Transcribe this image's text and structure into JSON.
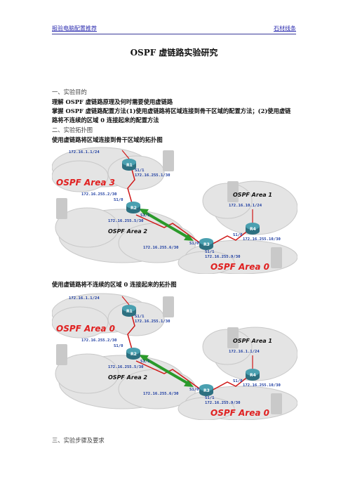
{
  "header": {
    "left": "报验电脑配置推荐",
    "right": "石材线条"
  },
  "title": "OSPF 虚链路实验研究",
  "section1": {
    "heading": "一、实验目的",
    "line1": "理解 OSPF 虚链路原理及何时需要使用虚链路",
    "line2": "掌握 OSPF 虚链路配置方法(1)使用虚链路将区域连接到骨干区域的配置方法；(2)使用虚链",
    "line3": "路将不连续的区域 0 连接起来的配置方法"
  },
  "section2": {
    "heading": "二、实验拓扑图",
    "caption1": "使用虚链路将区域连接到骨干区域的拓扑图",
    "caption2": "使用虚链路将不连续的区域 0 连接起来的拓扑图"
  },
  "section3": {
    "heading": "三、实验步骤及要求"
  },
  "colors": {
    "area_red": "#e02020",
    "link_green": "#2a9a2a",
    "label_blue": "#1a3aa0",
    "router": "#3a8a9a"
  },
  "figures": [
    {
      "router_labels": [
        "R1",
        "R2",
        "R3",
        "R4"
      ],
      "labels": {
        "r1_net": "172.16.1.1/24",
        "r1_s11": "S1/1",
        "r1_s11_ip": "172.16.255.1/30",
        "r2_s10_ip": "172.16.255.2/30",
        "r2_s10": "S1/0",
        "r2_s11": "S1/1",
        "r2_s11_ip": "172.16.255.5/30",
        "r3_s10": "S1/0",
        "r3_s10_ip": "172.16.255.6/30",
        "r3_s11": "S1/1",
        "r3_s11_ip": "172.16.255.9/30",
        "r4_s10": "S1/0",
        "r4_s10_ip": "172.16.255.10/30",
        "r4_net": "172.16.10.1/24"
      },
      "areas": {
        "top_left": "OSPF Area 3",
        "middle": "OSPF Area 2",
        "right_top": "OSPF Area 1",
        "bottom_right": "OSPF Area 0"
      }
    },
    {
      "router_labels": [
        "R1",
        "R2",
        "R3",
        "R4"
      ],
      "labels": {
        "r1_net": "172.16.1.1/24",
        "r1_s11": "S1/1",
        "r1_s11_ip": "172.16.255.1/30",
        "r2_s10_ip": "172.16.255.2/30",
        "r2_s10": "S1/0",
        "r2_s11": "S1/1",
        "r2_s11_ip": "172.16.255.5/30",
        "r3_s10": "S1/0",
        "r3_s10_ip": "172.16.255.6/30",
        "r3_s11": "S1/1",
        "r3_s11_ip": "172.16.255.9/30",
        "r4_s10": "S1/0",
        "r4_s10_ip": "172.16.255.10/30",
        "r4_net": "172.16.1.1/24"
      },
      "areas": {
        "top_left": "OSPF Area 0",
        "middle": "OSPF Area 2",
        "right_top": "OSPF Area 1",
        "bottom_right": "OSPF Area 0"
      }
    }
  ]
}
